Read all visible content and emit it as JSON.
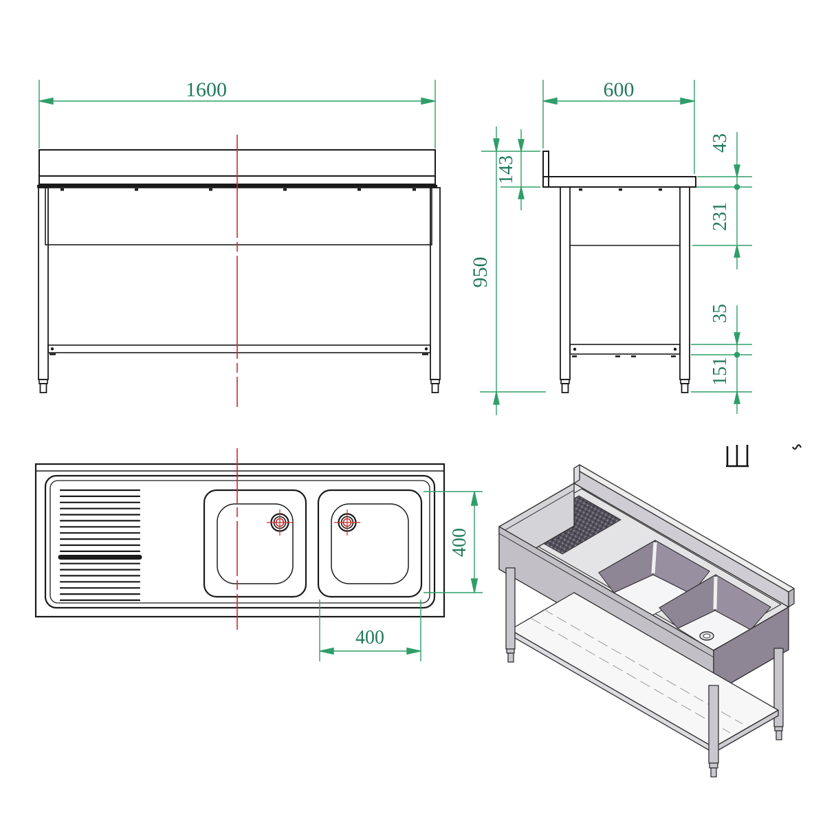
{
  "drawing": {
    "views": {
      "front": {
        "dim_width": "1600"
      },
      "side": {
        "dim_depth": "600",
        "dim_total_height": "950",
        "dim_backsplash_assembly": "143",
        "dim_counter_edge": "43",
        "dim_body_depth": "231",
        "dim_shelf_edge": "35",
        "dim_shelf_to_floor": "151"
      },
      "plan": {
        "dim_bowl_depth": "400",
        "dim_bowl_width": "400"
      },
      "isometric": {}
    },
    "marks": {
      "channel_glyph": "u-channel-section-mark",
      "stray_mark": "small-print-artifact"
    },
    "colors": {
      "dimension_line": "#2f9e68",
      "dimension_text": "#227a5c",
      "centerline_red": "#cc2a28",
      "drawing_line": "#1a1a1a",
      "iso_dark_panel": "#8e8595",
      "iso_mid_panel": "#c2c0c6",
      "iso_light_panel": "#e4e3e6",
      "background": "#ffffff"
    }
  }
}
